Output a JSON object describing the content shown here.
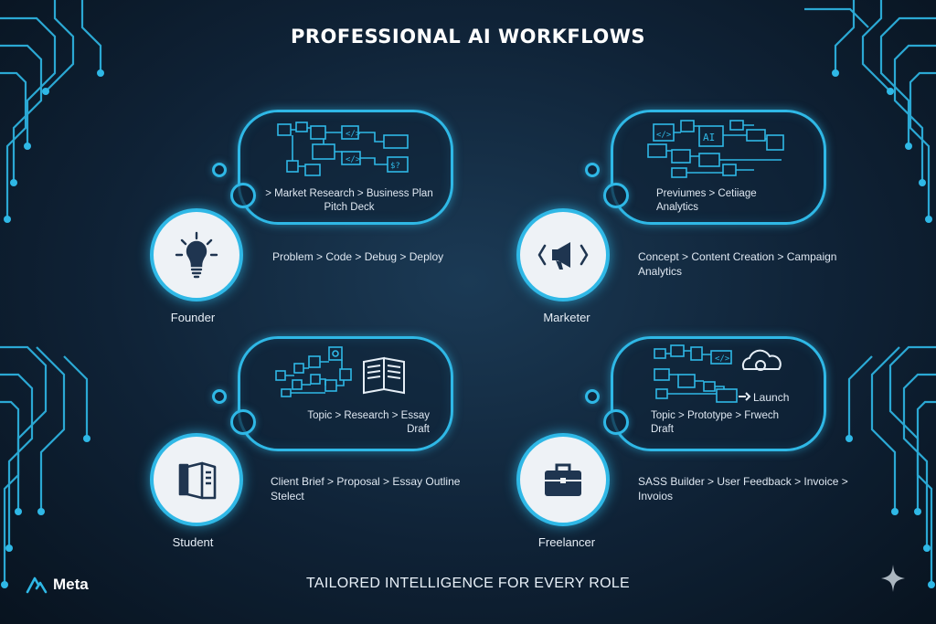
{
  "title": "PROFESSIONAL AI WORKFLOWS",
  "tagline": "TAILORED INTELLIGENCE FOR EVERY ROLE",
  "logo": {
    "text": "Meta"
  },
  "colors": {
    "accent": "#2fb8e6",
    "background": "#0f2236",
    "circle_fill": "#eef2f6",
    "icon_dark": "#1f3550"
  },
  "roles": [
    {
      "name": "Founder",
      "icon": "lightbulb-icon",
      "flow_line1": "Problem  >  Code  >  Debug  >  Deploy",
      "flow_line2": "",
      "bubble_line1": "> Market Research  >  Business Plan",
      "bubble_line2": "Pitch Deck"
    },
    {
      "name": "Marketer",
      "icon": "megaphone-icon",
      "flow_line1": "Concept  >  Content Creation  >  Campaign",
      "flow_line2": "Analytics",
      "bubble_line1": "Previumes  >  Cetiiage",
      "bubble_line2": "Analytics"
    },
    {
      "name": "Student",
      "icon": "book-icon",
      "flow_line1": "Client Brief  >  Proposal   >  Essay Outline",
      "flow_line2": "Stelect",
      "bubble_line1": "Topic  >  Research  >  Essay",
      "bubble_line2": "Draft"
    },
    {
      "name": "Freelancer",
      "icon": "briefcase-icon",
      "flow_line1": "SASS Builder  >  User Feedback  >  Invoice  >",
      "flow_line2": "Invoios",
      "bubble_line1": "Topic  >  Prototype  >  Frwech",
      "bubble_line2": "Draft",
      "bubble_extra": "Launch"
    }
  ]
}
